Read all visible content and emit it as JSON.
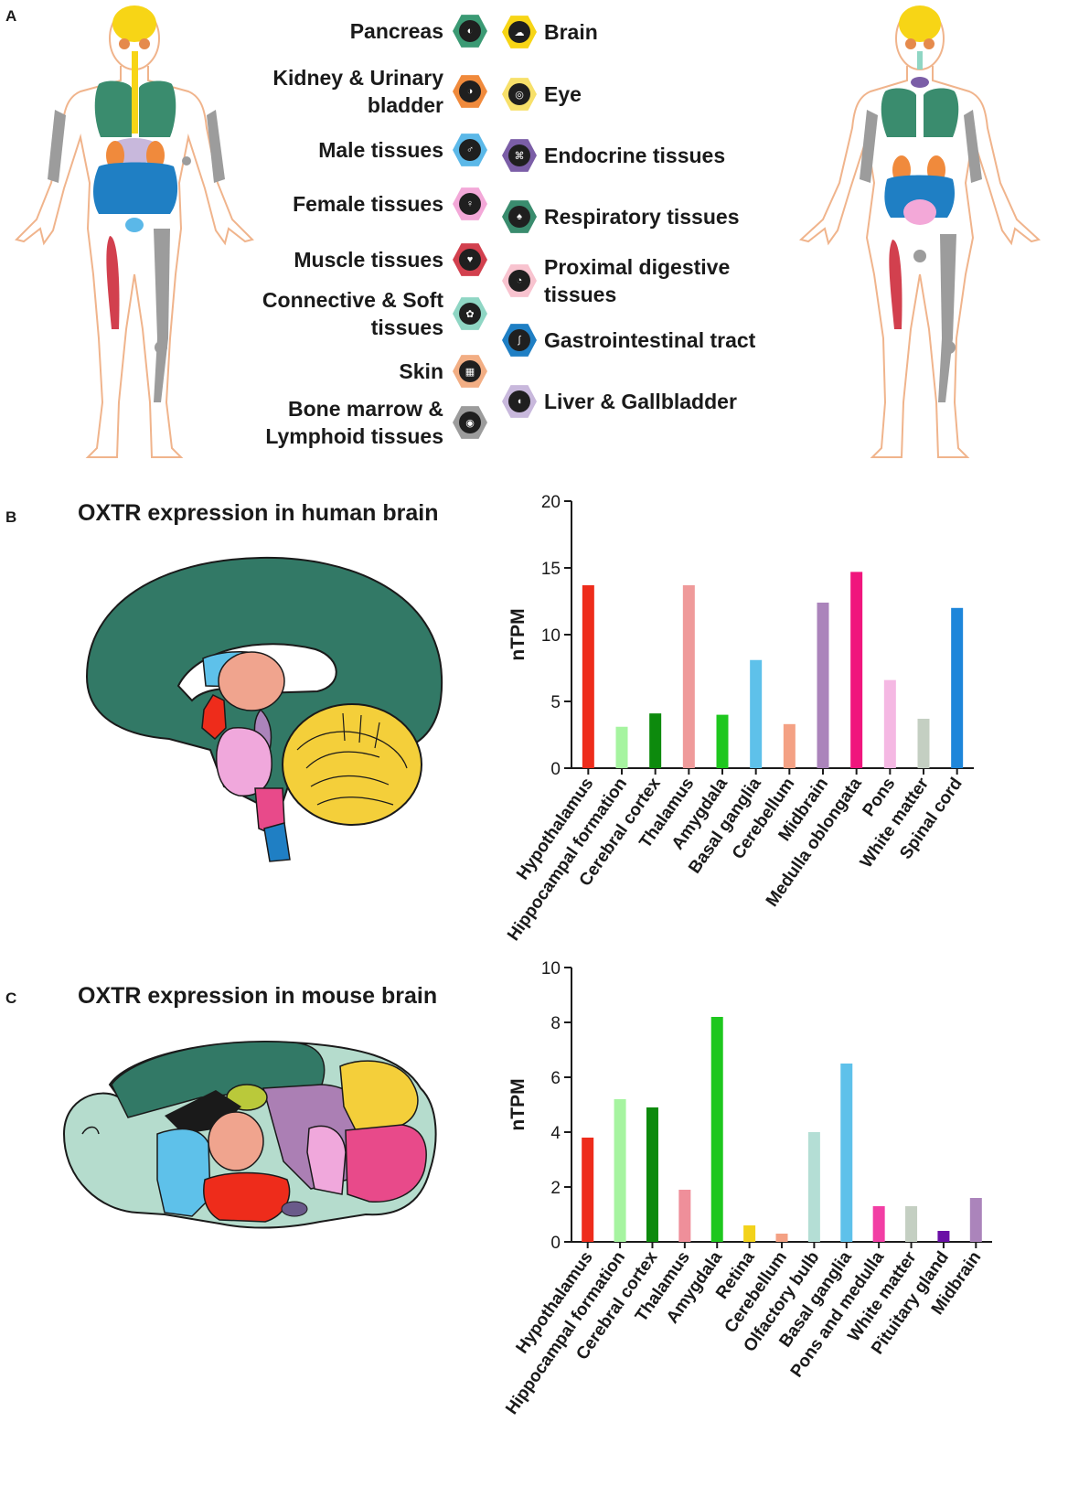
{
  "panels": {
    "a": "A",
    "b": "B",
    "c": "C"
  },
  "legend": {
    "left": [
      {
        "label": "Pancreas",
        "color": "#3b9a74",
        "icon": "pancreas-icon"
      },
      {
        "label": "Kidney & Urinary\nbladder",
        "color": "#f08a3c",
        "icon": "kidney-icon"
      },
      {
        "label": "Male tissues",
        "color": "#5bb8e8",
        "icon": "male-tissues-icon"
      },
      {
        "label": "Female tissues",
        "color": "#f3a8d8",
        "icon": "female-tissues-icon"
      },
      {
        "label": "Muscle tissues",
        "color": "#d2404e",
        "icon": "muscle-icon"
      },
      {
        "label": "Connective & Soft\ntissues",
        "color": "#8fd6c4",
        "icon": "connective-icon"
      },
      {
        "label": "Skin",
        "color": "#f2ae84",
        "icon": "skin-icon"
      },
      {
        "label": "Bone marrow &\nLymphoid tissues",
        "color": "#9c9c9c",
        "icon": "bone-marrow-icon"
      }
    ],
    "right": [
      {
        "label": "Brain",
        "color": "#f7d516",
        "icon": "brain-icon"
      },
      {
        "label": "Eye",
        "color": "#f7e06a",
        "icon": "eye-icon"
      },
      {
        "label": "Endocrine tissues",
        "color": "#7b5ea7",
        "icon": "endocrine-icon"
      },
      {
        "label": "Respiratory tissues",
        "color": "#3a8c6e",
        "icon": "lungs-icon"
      },
      {
        "label": "Proximal digestive\ntissues",
        "color": "#f8c3cf",
        "icon": "stomach-icon"
      },
      {
        "label": "Gastrointestinal tract",
        "color": "#1f7fc4",
        "icon": "intestine-icon"
      },
      {
        "label": "Liver & Gallbladder",
        "color": "#c8b8dc",
        "icon": "liver-icon"
      }
    ]
  },
  "human_title": "OXTR expression in human brain",
  "mouse_title": "OXTR expression in mouse brain",
  "chart_data": [
    {
      "type": "bar",
      "ylabel": "nTPM",
      "xlabel": "",
      "ylim": [
        0,
        20
      ],
      "yticks": [
        0,
        5,
        10,
        15,
        20
      ],
      "categories": [
        "Hypothalamus",
        "Hippocampal formation",
        "Cerebral cortex",
        "Thalamus",
        "Amygdala",
        "Basal ganglia",
        "Cerebellum",
        "Midbrain",
        "Medulla oblongata",
        "Pons",
        "White matter",
        "Spinal cord"
      ],
      "values": [
        13.7,
        3.1,
        4.1,
        13.7,
        4.0,
        8.1,
        3.3,
        12.4,
        14.7,
        6.6,
        3.7,
        12.0
      ],
      "colors": [
        "#ee2c1b",
        "#a6f4a0",
        "#0d8a0d",
        "#ef9a9a",
        "#1ec71e",
        "#5ec1ea",
        "#f4a184",
        "#ab84bb",
        "#f0157d",
        "#f5b8e3",
        "#c4cfc2",
        "#1e86da"
      ]
    },
    {
      "type": "bar",
      "ylabel": "nTPM",
      "xlabel": "",
      "ylim": [
        0,
        10
      ],
      "yticks": [
        0,
        2,
        4,
        6,
        8,
        10
      ],
      "categories": [
        "Hypothalamus",
        "Hippocampal formation",
        "Cerebral cortex",
        "Thalamus",
        "Amygdala",
        "Retina",
        "Cerebellum",
        "Olfactory bulb",
        "Basal ganglia",
        "Pons and medulla",
        "White matter",
        "Pituitary gland",
        "Midbrain"
      ],
      "values": [
        3.8,
        5.2,
        4.9,
        1.9,
        8.2,
        0.6,
        0.3,
        4.0,
        6.5,
        1.3,
        1.3,
        0.4,
        1.6
      ],
      "colors": [
        "#ee2c1b",
        "#a6f4a0",
        "#0d8a0d",
        "#ef8f9a",
        "#1ec71e",
        "#f2d21b",
        "#f4a184",
        "#b4ded5",
        "#5ec1ea",
        "#f23ea4",
        "#c4cfc2",
        "#6a0fa6",
        "#ab84bb"
      ]
    }
  ]
}
